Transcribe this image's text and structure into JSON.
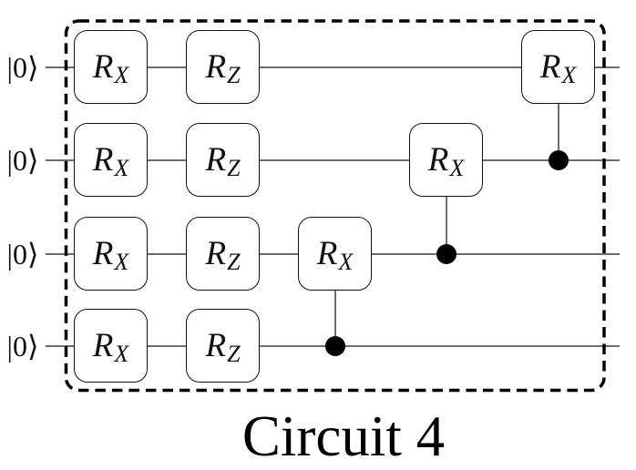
{
  "figure": {
    "type": "quantum-circuit",
    "caption": "Circuit 4"
  },
  "qubits": [
    {
      "label": "|0⟩"
    },
    {
      "label": "|0⟩"
    },
    {
      "label": "|0⟩"
    },
    {
      "label": "|0⟩"
    }
  ],
  "gates": [
    {
      "base": "R",
      "sub": "X",
      "qubit": 0,
      "column": 0,
      "control": null
    },
    {
      "base": "R",
      "sub": "X",
      "qubit": 1,
      "column": 0,
      "control": null
    },
    {
      "base": "R",
      "sub": "X",
      "qubit": 2,
      "column": 0,
      "control": null
    },
    {
      "base": "R",
      "sub": "X",
      "qubit": 3,
      "column": 0,
      "control": null
    },
    {
      "base": "R",
      "sub": "Z",
      "qubit": 0,
      "column": 1,
      "control": null
    },
    {
      "base": "R",
      "sub": "Z",
      "qubit": 1,
      "column": 1,
      "control": null
    },
    {
      "base": "R",
      "sub": "Z",
      "qubit": 2,
      "column": 1,
      "control": null
    },
    {
      "base": "R",
      "sub": "Z",
      "qubit": 3,
      "column": 1,
      "control": null
    },
    {
      "base": "R",
      "sub": "X",
      "qubit": 2,
      "column": 2,
      "control": 3
    },
    {
      "base": "R",
      "sub": "X",
      "qubit": 1,
      "column": 3,
      "control": 2
    },
    {
      "base": "R",
      "sub": "X",
      "qubit": 0,
      "column": 4,
      "control": 1
    }
  ],
  "colors": {
    "ink": "#000000",
    "wire": "#3c3c3c",
    "background": "#ffffff"
  }
}
